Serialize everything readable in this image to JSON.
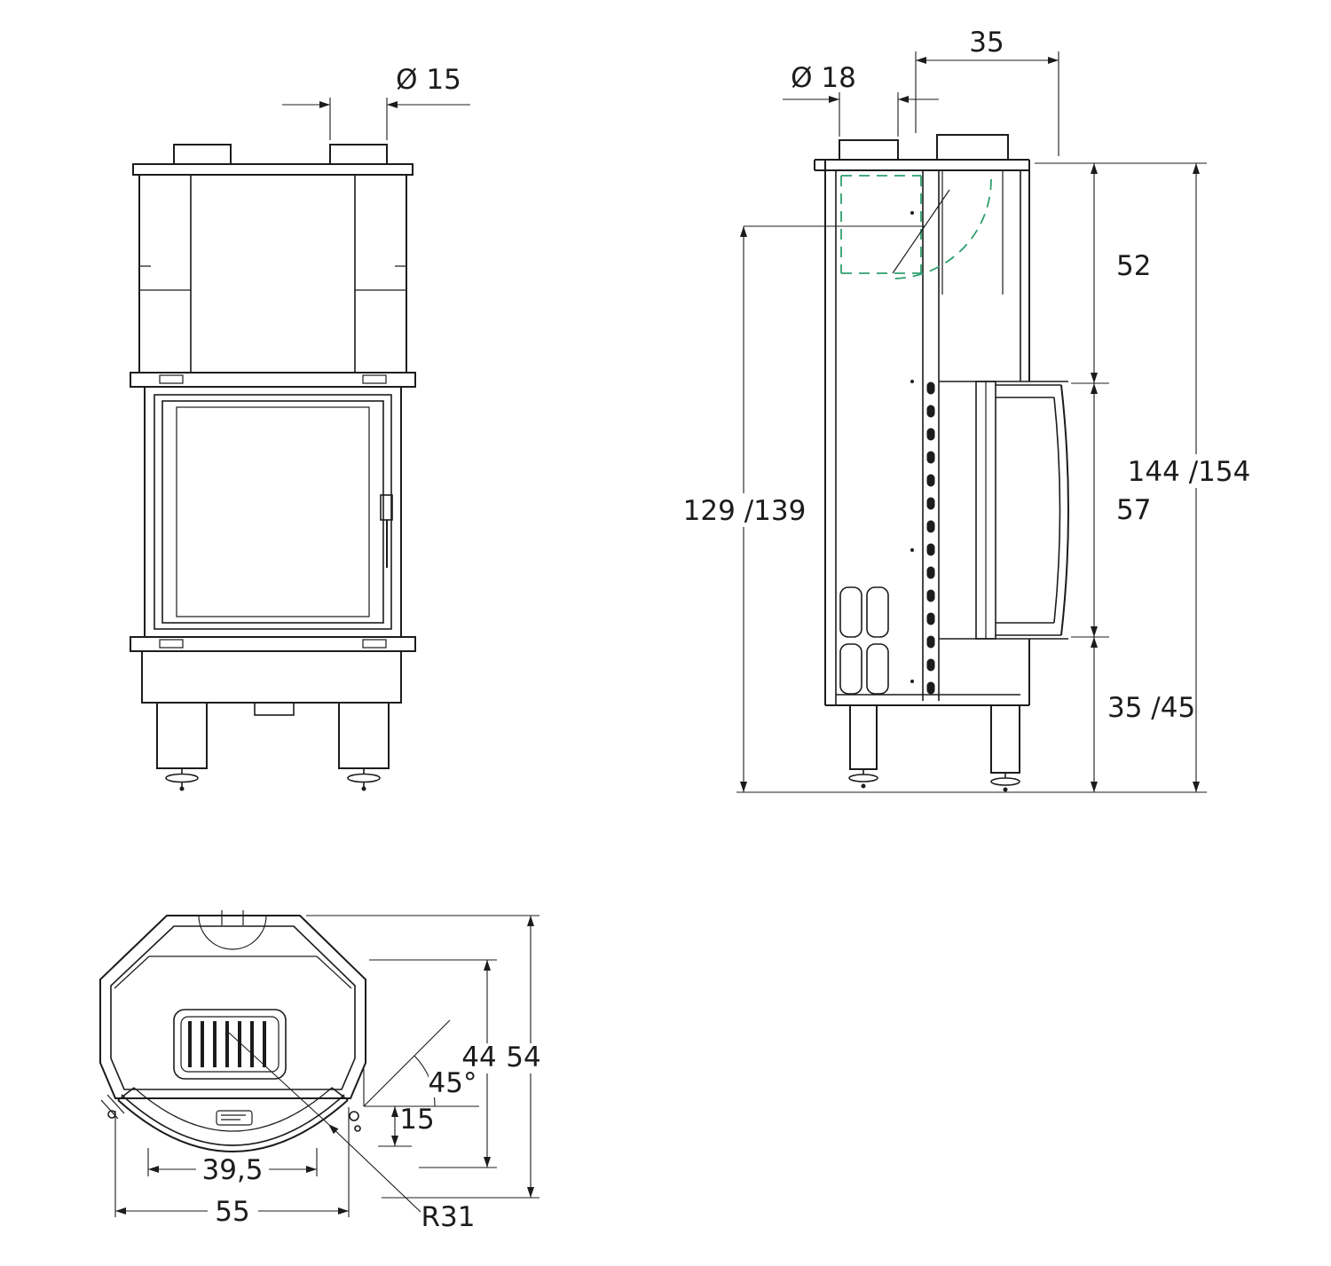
{
  "meta": {
    "drawing_type": "fireplace-insert-technical-drawing",
    "background": "#ffffff",
    "line_color": "#1c1c1c",
    "accent_color": "#2f9f6e"
  },
  "dimensions": {
    "front_flue": "Ø 15",
    "rear_flue": "Ø 18",
    "flue_offset": "35",
    "upper_height": "52",
    "total_height": "144 /154",
    "door_height": "57",
    "outlet_height": "129 /139",
    "base_height": "35 /45",
    "depth_total": "54",
    "depth_inner": "44",
    "door_angle": "45°",
    "front_offset": "15",
    "grate_width": "39,5",
    "overall_width": "55",
    "door_radius": "R31"
  }
}
